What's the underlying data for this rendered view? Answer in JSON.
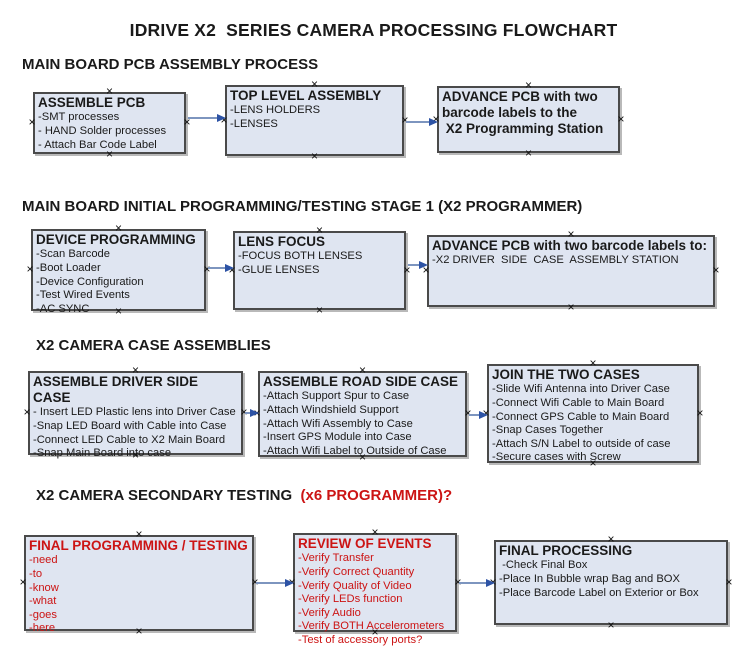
{
  "title": "IDRIVE X2  SERIES CAMERA PROCESSING FLOWCHART",
  "colors": {
    "box_fill": "#dfe5f1",
    "box_border": "#4a4a4a",
    "arrow_line": "#7d95bf",
    "arrow_head": "#2d53a5",
    "accent_red": "#cc1414"
  },
  "sections": [
    {
      "header": "MAIN BOARD PCB ASSEMBLY PROCESS",
      "boxes": [
        {
          "title": "ASSEMBLE PCB",
          "items": [
            "-SMT processes",
            "- HAND Solder processes",
            "- Attach Bar Code Label"
          ]
        },
        {
          "title": "TOP LEVEL ASSEMBLY",
          "items": [
            "-LENS HOLDERS",
            "-LENSES"
          ]
        },
        {
          "title": "ADVANCE PCB with two\nbarcode labels to the\n X2 Programming Station",
          "items": []
        }
      ]
    },
    {
      "header": "MAIN BOARD INITIAL PROGRAMMING/TESTING STAGE 1 (X2 PROGRAMMER)",
      "boxes": [
        {
          "title": "DEVICE PROGRAMMING",
          "items": [
            "-Scan Barcode",
            "-Boot Loader",
            "-Device Configuration",
            "-Test Wired Events",
            "-AC SYNC"
          ]
        },
        {
          "title": "LENS FOCUS",
          "items": [
            "-FOCUS BOTH LENSES",
            "-GLUE LENSES"
          ]
        },
        {
          "title": "ADVANCE PCB with two barcode labels to:",
          "items": [
            "-X2 DRIVER  SIDE  CASE  ASSEMBLY STATION"
          ]
        }
      ]
    },
    {
      "header": "X2 CAMERA CASE ASSEMBLIES",
      "boxes": [
        {
          "title": "ASSEMBLE DRIVER SIDE CASE",
          "items": [
            "- Insert LED Plastic lens into Driver Case",
            "-Snap LED Board with Cable into Case",
            "-Connect LED Cable to X2 Main Board",
            "-Snap Main Board into case"
          ]
        },
        {
          "title": "ASSEMBLE ROAD SIDE CASE",
          "items": [
            "-Attach Support Spur to Case",
            "-Attach Windshield Support",
            "-Attach Wifi Assembly to Case",
            "-Insert GPS Module into Case",
            "-Attach Wifi Label to Outside of Case"
          ]
        },
        {
          "title": "JOIN THE TWO CASES",
          "items": [
            "-Slide Wifi Antenna into Driver Case",
            "-Connect Wifi Cable to Main Board",
            "-Connect GPS Cable to Main Board",
            "-Snap Cases Together",
            "-Attach S/N Label to outside of case",
            "-Secure cases with Screw"
          ]
        }
      ]
    },
    {
      "header": "X2 CAMERA SECONDARY TESTING  ",
      "header_suffix": "(x6 PROGRAMMER)?",
      "boxes": [
        {
          "title": "FINAL PROGRAMMING / TESTING",
          "items": [
            "-need",
            "-to",
            "-know",
            "-what",
            "-goes",
            "-here"
          ]
        },
        {
          "title": "REVIEW OF EVENTS",
          "items": [
            "-Verify Transfer",
            "-Verify Correct Quantity",
            "-Verify Quality of Video",
            "-Verify LEDs function",
            "-Verify Audio",
            "-Verify BOTH Accelerometers",
            "-Test of accessory ports?"
          ]
        },
        {
          "title": "FINAL PROCESSING",
          "items": [
            " -Check Final Box",
            "-Place In Bubble wrap Bag and BOX",
            "-Place Barcode Label on Exterior or Box"
          ]
        }
      ]
    }
  ]
}
